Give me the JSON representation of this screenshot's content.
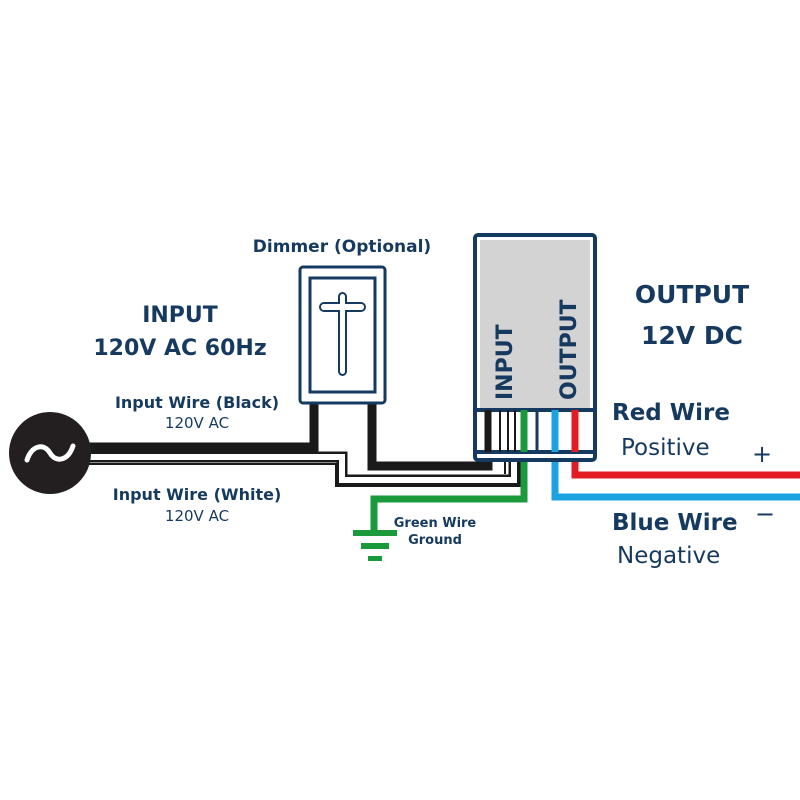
{
  "colors": {
    "text": "#163a5f",
    "box_border": "#163a5f",
    "box_fill": "#d3d3d3",
    "black_wire": "#1a1a1a",
    "green_wire": "#1a9a3a",
    "red_wire": "#e31b23",
    "blue_wire": "#1aa3e0"
  },
  "source": {
    "icon": "ac-source-icon",
    "symbol": "~"
  },
  "input_heading": {
    "line1": "INPUT",
    "line2": "120V AC 60Hz"
  },
  "input_wire_black": {
    "label": "Input Wire (Black)",
    "sublabel": "120V AC"
  },
  "input_wire_white": {
    "label": "Input Wire (White)",
    "sublabel": "120V AC"
  },
  "dimmer": {
    "label": "Dimmer (Optional)"
  },
  "driver": {
    "input_label": "INPUT",
    "output_label": "OUTPUT"
  },
  "output_heading": {
    "line1": "OUTPUT",
    "line2": "12V DC"
  },
  "red_wire": {
    "label": "Red Wire",
    "sublabel": "Positive",
    "sign": "+"
  },
  "blue_wire": {
    "label": "Blue Wire",
    "sublabel": "Negative",
    "sign": "−"
  },
  "green_wire": {
    "label": "Green Wire",
    "sublabel": "Ground"
  }
}
